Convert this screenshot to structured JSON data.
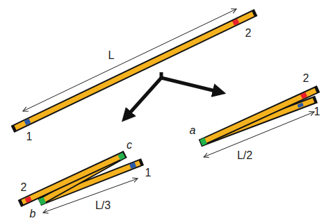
{
  "diagram": {
    "labels": [
      "L",
      "2",
      "1",
      "2",
      "a",
      "1",
      "L/2",
      "c",
      "2",
      "1",
      "b",
      "L/3"
    ]
  }
}
